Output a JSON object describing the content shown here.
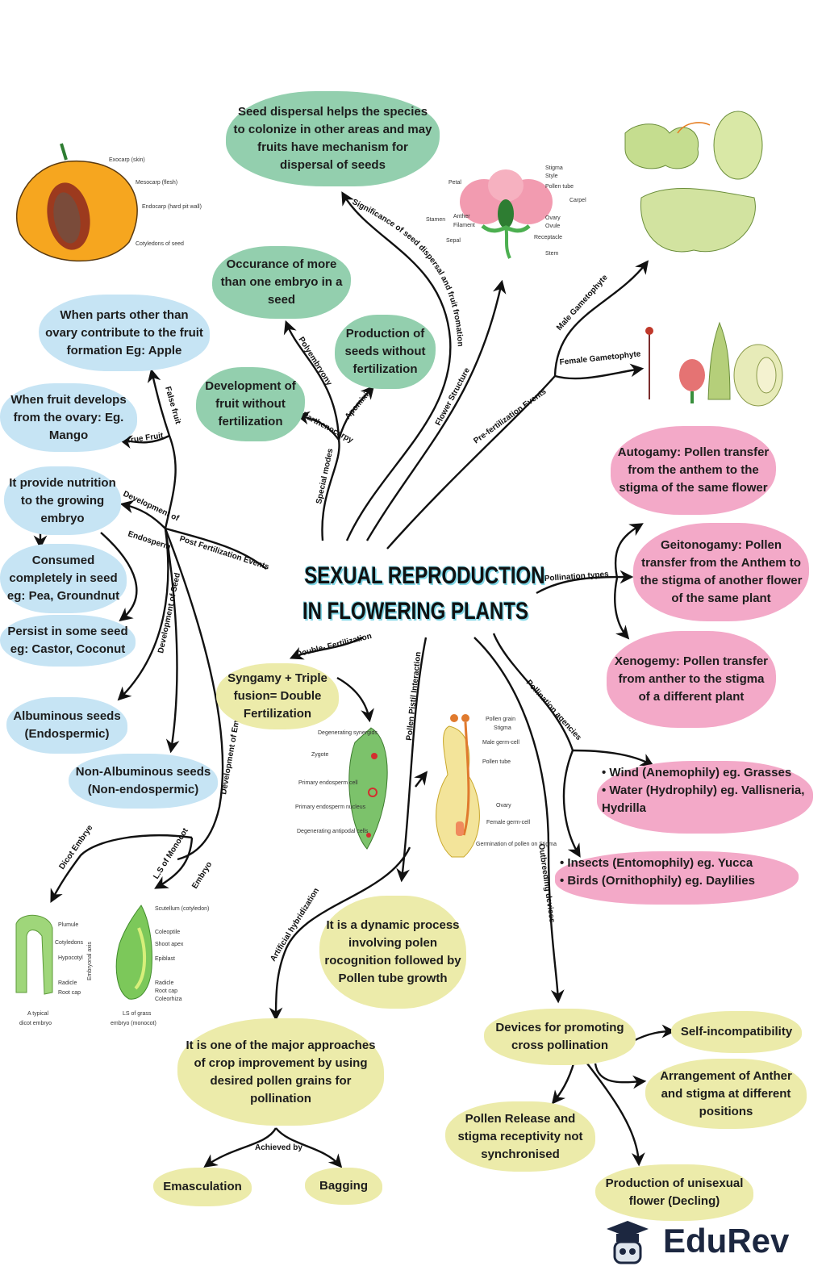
{
  "title": {
    "line1": "SEXUAL REPRODUCTION",
    "line2": "IN FLOWERING PLANTS"
  },
  "colors": {
    "green": "#93cfae",
    "blue": "#c6e4f4",
    "pink": "#f3a9c8",
    "yellow": "#ecebaa",
    "title_glow": "#7fd6e6"
  },
  "nodes": {
    "seed_dispersal": "Seed dispersal helps the species to colonize in other areas and may fruits have mechanism for dispersal of seeds",
    "polyembryony": "Occurance of more than one embryo in a seed",
    "apomixis": "Production of seeds without fertilization",
    "parthenocarpy": "Development of fruit without fertilization",
    "false_fruit": "When parts other than ovary contribute to the fruit formation Eg: Apple",
    "true_fruit": "When fruit develops from the ovary: Eg. Mango",
    "endosperm": "It provide nutrition to the growing embryo",
    "consumed": "Consumed completely in seed eg: Pea, Groundnut",
    "persist": "Persist in some seed eg: Castor, Coconut",
    "albuminous": "Albuminous seeds (Endospermic)",
    "non_albuminous": "Non-Albuminous seeds (Non-endospermic)",
    "autogamy": "Autogamy: Pollen transfer from the anthem to the stigma of the same flower",
    "geitonogamy": "Geitonogamy: Pollen transfer from the Anthem to the stigma of another flower of the same plant",
    "xenogamy": "Xenogemy: Pollen transfer from anther to the stigma of a different plant",
    "wind_water": [
      "• Wind (Anemophily) eg. Grasses",
      "• Water (Hydrophily) eg. Vallisneria, Hydrilla"
    ],
    "insects_birds": [
      "• Insects (Entomophily) eg. Yucca",
      "• Birds (Ornithophily) eg. Daylilies"
    ],
    "syngamy": "Syngamy + Triple fusion= Double Fertilization",
    "dynamic": "It is a dynamic process involving polen rocognition followed by Pollen tube growth",
    "crop": "It is one of the major approaches of crop improvement by using desired pollen grains for pollination",
    "emasculation": "Emasculation",
    "bagging": "Bagging",
    "devices": "Devices for promoting cross pollination",
    "self_incompat": "Self-incompatibility",
    "arrangement": "Arrangement of Anther and stigma at different positions",
    "pollen_release": "Pollen Release and stigma receptivity not synchronised",
    "unisexual": "Production of unisexual flower (Decling)"
  },
  "branches": {
    "significance": "Significance of seed dispersal and fruit fromation",
    "flower_structure": "Flower Structure",
    "pre_fert": "Pre-fertilization Events",
    "male": "Male Gametophyte",
    "female": "Female Gametophyte",
    "polyembryony": "Polyembryony",
    "apomixis": "Apomixis",
    "parthenocarpy": "Parthenocarpy",
    "special_modes": "Special modes",
    "false_fruit": "False fruit",
    "true_fruit": "True Fruit",
    "dev_endosperm_1": "Development of",
    "dev_endosperm_2": "Endosperm",
    "post_fert": "Post Fertilization Events",
    "dev_seed": "Development of Seed",
    "dev_embryo": "Development of Embryo",
    "dicot": "Dicot Embrye",
    "monocot_1": "L.S of Monocot",
    "monocot_2": "Embryo",
    "double_fert": "Double- Fertilization",
    "pollen_pistil": "Pollen Pistil Interaction",
    "artificial": "Artificial hybridization",
    "achieved_by": "Achieved by",
    "pollination_types": "Pollination types",
    "pollination_agencies": "Pollination agencies",
    "outbreeding": "Outbreeding devices"
  },
  "pictures": {
    "mango": [
      "Exocarp (skin)",
      "Mesocarp (flesh)",
      "Endocarp (hard pit wall)",
      "Cotyledons of seed"
    ],
    "flower": [
      "Petal",
      "Stigma",
      "Style",
      "Pollen tube",
      "Carpel",
      "Anther",
      "Filament",
      "Stamen",
      "Ovary",
      "Ovule",
      "Sepal",
      "Receptacle",
      "Stem"
    ],
    "embryo_sac": [
      "Degenerating synergids",
      "Zygote",
      "Primary endosperm cell",
      "Primary endosperm nucleus",
      "Degenerating antipodal cells"
    ],
    "pollen_germination": [
      "Pollen grain",
      "Stigma",
      "Male germ-cell",
      "Pollen tube",
      "Ovary",
      "Female germ-cell",
      "Germination of pollen on Stigma"
    ],
    "dicot": [
      "Plumule",
      "Cotyledons",
      "Hypocotyl",
      "Radicle",
      "Root cap",
      "Embryonal axis",
      "A typical",
      "dicot embryo"
    ],
    "monocot": [
      "Scutellum (cotyledon)",
      "Coleoptile",
      "Shoot apex",
      "Epiblast",
      "Radicle",
      "Root cap",
      "Coleorhiza",
      "LS of grass",
      "embryo (monocot)"
    ]
  },
  "brand": {
    "name": "EduRev",
    "icon": "graduation-cap-icon"
  }
}
